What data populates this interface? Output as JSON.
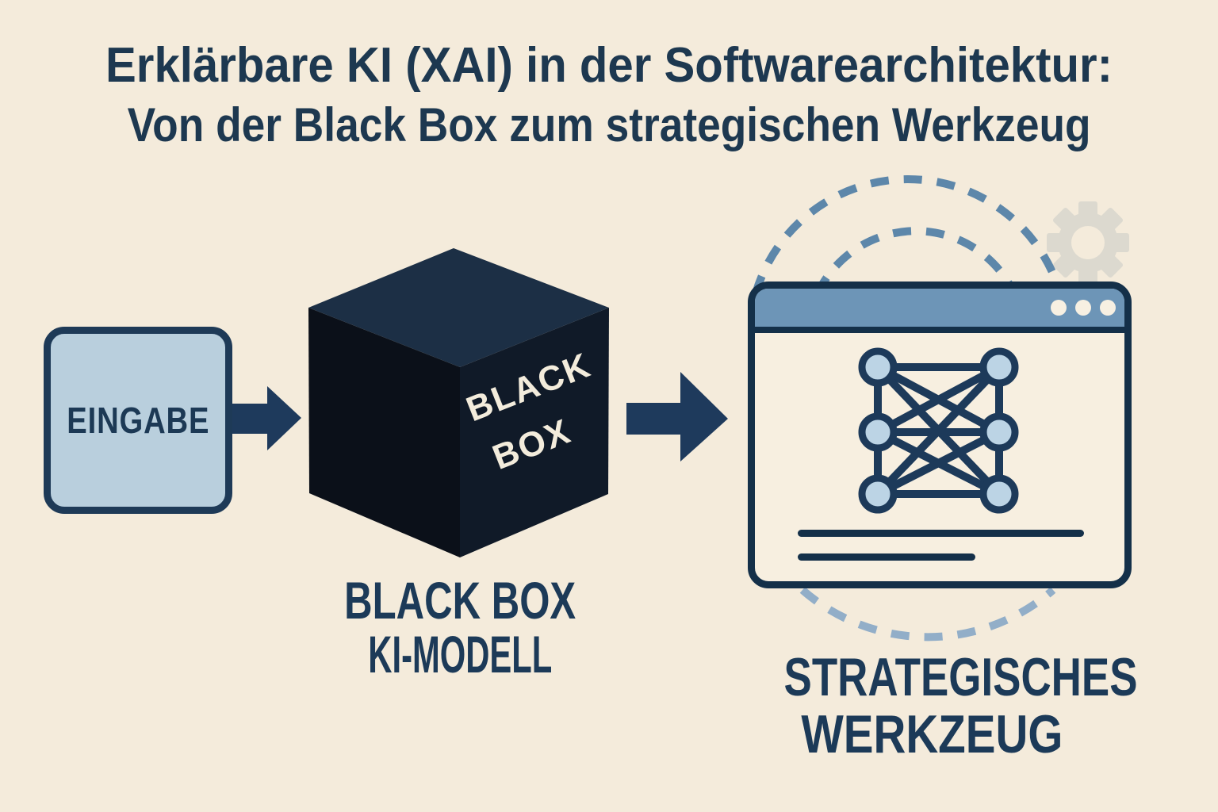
{
  "colors": {
    "background": "#f4ebdb",
    "heading_text": "#1d3850",
    "caption_text": "#1c3a58",
    "input_box_fill": "#b9cfdd",
    "input_box_border": "#1e3a57",
    "arrow": "#1e3a5c",
    "cube_top": "#1c2f45",
    "cube_left": "#0b1019",
    "cube_right": "#101a28",
    "cube_text": "#f3ecdc",
    "window_frame": "#143049",
    "window_titlebar": "#6d95b7",
    "window_body": "#f7efe0",
    "window_dot": "#f7f0e2",
    "node_fill": "#bcd4e5",
    "node_edge": "#1d3a5a",
    "text_line": "#143049",
    "arc_top": "#5d87aa",
    "arc_bottom": "#92aec8",
    "gear": "#dcd9cf"
  },
  "header": {
    "title": "Erklärbare KI (XAI) in der Softwarearchitektur:",
    "subtitle": "Von der Black Box zum strategischen Werkzeug"
  },
  "input_box": {
    "label": "EINGABE"
  },
  "black_box": {
    "face_line1": "BLACK",
    "face_line2": "BOX",
    "caption_line1": "BLACK BOX",
    "caption_line2": "KI-MODELL"
  },
  "strategic_tool": {
    "caption_line1": "STRATEGISCHES",
    "caption_line2": "WERKZEUG"
  },
  "icons": {
    "arrow_input_to_cube": "arrow-right-icon",
    "arrow_cube_to_window": "arrow-right-icon",
    "gear": "gear-icon",
    "neural_network": "neural-network-icon",
    "window_dots": "window-control-dots",
    "orbits": "dashed-orbit-arcs"
  }
}
